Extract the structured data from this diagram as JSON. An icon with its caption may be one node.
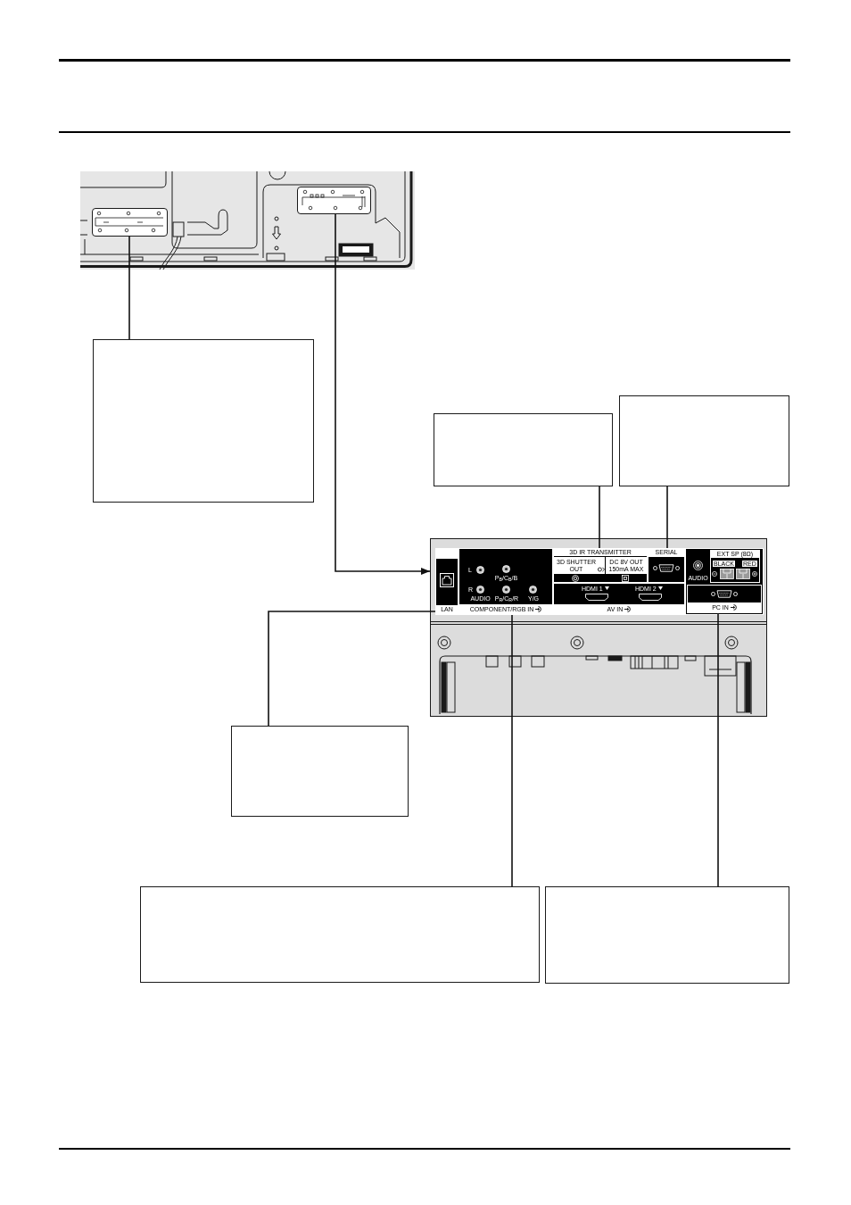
{
  "diagram": {
    "nodes": [
      {
        "text": [],
        "shape": "picture"
      },
      {
        "text": [],
        "shape": "box",
        "in": 0
      },
      {
        "text": [],
        "shape": "box",
        "in": 0
      },
      {
        "text": [],
        "shape": "box"
      },
      {
        "text": [],
        "shape": "box"
      },
      {
        "text": [],
        "shape": "box"
      },
      {
        "text": [],
        "shape": "picture"
      },
      {
        "text": [
          "LAN"
        ],
        "in": 6
      },
      {
        "text": [
          "L",
          "P$_{B}$/C$_{B}$/B",
          "R",
          "AUDIO",
          "P$_{R}$/C$_{R}$/R",
          "Y/G",
          "COMPONENT/RGB IN"
        ],
        "in": 6
      },
      {
        "text": [
          "3D IR TRANSMITTER",
          "3D SHUTTER OUT",
          "DC 8V OUT 150mA MAX"
        ],
        "in": 6
      },
      {
        "text": [
          "SERIAL"
        ],
        "in": 6
      },
      {
        "text": [
          "HDMI 1",
          "HDMI 2",
          "AV IN"
        ],
        "in": 6
      },
      {
        "text": [
          "AUDIO"
        ],
        "in": 6
      },
      {
        "text": [
          "EXT SP (8Ω)",
          "BLACK",
          "RED"
        ],
        "in": 12
      },
      {
        "text": [
          "PC IN"
        ],
        "in": 12
      },
      {
        "text": [],
        "shape": "box"
      },
      {
        "text": [],
        "shape": "box"
      },
      {
        "text": [],
        "shape": "box"
      }
    ],
    "edges": [
      {
        "from": 3,
        "to": 1,
        "arrow": "none"
      },
      {
        "from": 2,
        "to": 6,
        "arrow": "to"
      },
      {
        "from": 4,
        "to": 9,
        "arrow": "none"
      },
      {
        "from": 5,
        "to": 10,
        "arrow": "none"
      },
      {
        "from": 15,
        "to": 7,
        "arrow": "none"
      },
      {
        "from": 16,
        "to": 8,
        "arrow": "none"
      },
      {
        "from": 17,
        "to": 14,
        "arrow": "none"
      }
    ]
  }
}
